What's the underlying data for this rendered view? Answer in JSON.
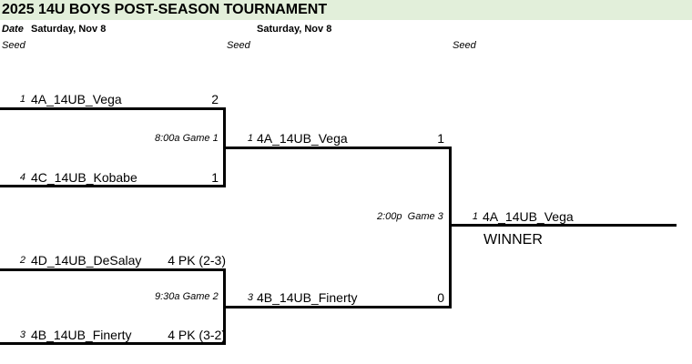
{
  "title": "2025 14U BOYS POST-SEASON TOURNAMENT",
  "header": {
    "date_label": "Date",
    "date1": "Saturday, Nov 8",
    "date2": "Saturday, Nov 8",
    "seed_label": "Seed"
  },
  "round1": [
    {
      "seed": "1",
      "team": "4A_14UB_Vega",
      "score": "2"
    },
    {
      "seed": "4",
      "team": "4C_14UB_Kobabe",
      "score": "1"
    },
    {
      "seed": "2",
      "team": "4D_14UB_DeSalay",
      "score": "4 PK (2-3)"
    },
    {
      "seed": "3",
      "team": "4B_14UB_Finerty",
      "score": "4 PK (3-2)"
    }
  ],
  "games": {
    "g1": {
      "time": "8:00a",
      "label": "Game 1"
    },
    "g2": {
      "time": "9:30a",
      "label": "Game 2"
    },
    "g3": {
      "time": "2:00p",
      "label": "Game 3"
    }
  },
  "round2": [
    {
      "seed": "1",
      "team": "4A_14UB_Vega",
      "score": "1"
    },
    {
      "seed": "3",
      "team": "4B_14UB_Finerty",
      "score": "0"
    }
  ],
  "final": {
    "seed": "1",
    "team": "4A_14UB_Vega",
    "winner_label": "WINNER"
  }
}
